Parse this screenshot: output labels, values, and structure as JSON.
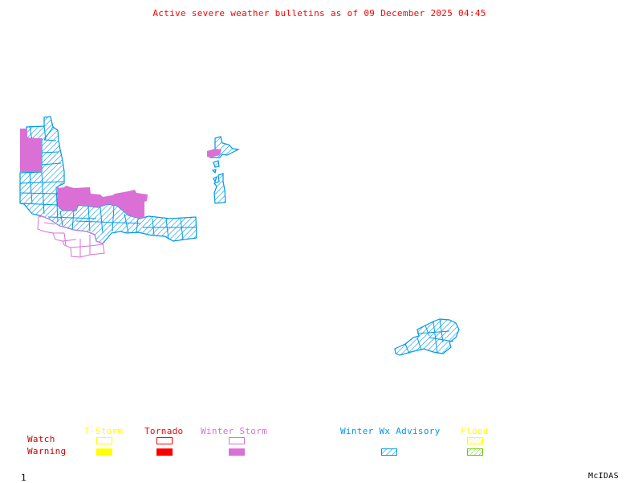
{
  "title": "Active severe weather bulletins as of 09 December 2025 04:45",
  "colors": {
    "title": "#ff0000",
    "tstorm": "#ffff00",
    "tornado": "#ff0000",
    "winter_storm": "#da70d6",
    "winter_wx_advisory": "#0099e6",
    "flood_watch": "#ffff00",
    "flood_warning": "#66cc00",
    "row_label": "#cc0000",
    "footer": "#000000"
  },
  "legend": {
    "rows": {
      "watch": "Watch",
      "warning": "Warning"
    },
    "categories": [
      {
        "id": "tstorm",
        "label": "T-Storm",
        "watch": "outline",
        "warning": "filled"
      },
      {
        "id": "tornado",
        "label": "Tornado",
        "watch": "outline",
        "warning": "filled"
      },
      {
        "id": "winter_storm",
        "label": "Winter Storm",
        "watch": "outline",
        "warning": "filled"
      },
      {
        "id": "winter_wx_advisory",
        "label": "Winter Wx Advisory",
        "watch": null,
        "warning": "hatched"
      },
      {
        "id": "flood",
        "label": "Flood",
        "watch": "hatched",
        "warning": "hatched"
      }
    ]
  },
  "map_regions": [
    {
      "name": "northern-plains-advisory-area",
      "type": "Winter Wx Advisory"
    },
    {
      "name": "northern-plains-winter-storm-warning",
      "type": "Winter Storm Warning"
    },
    {
      "name": "plains-winter-storm-watch",
      "type": "Winter Storm Watch"
    },
    {
      "name": "great-lakes-advisory-area",
      "type": "Winter Wx Advisory"
    },
    {
      "name": "great-lakes-winter-storm-warning",
      "type": "Winter Storm Warning"
    },
    {
      "name": "mid-atlantic-advisory-area",
      "type": "Winter Wx Advisory"
    }
  ],
  "footer": {
    "page_number": "1",
    "brand": "McIDAS"
  }
}
